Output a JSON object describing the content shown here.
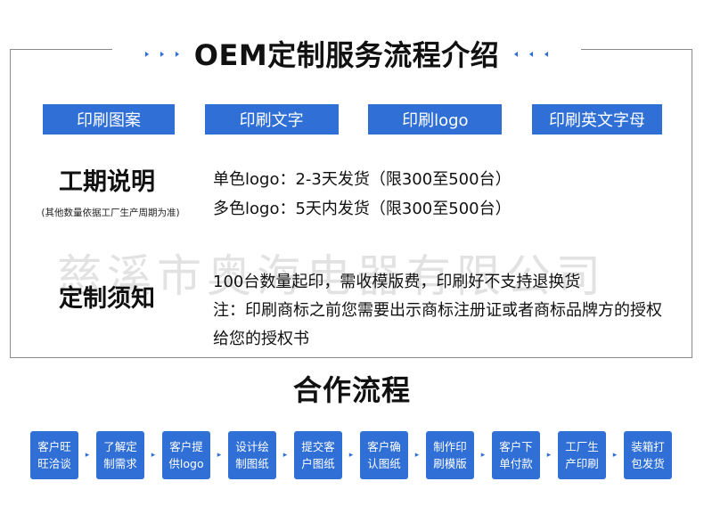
{
  "header": {
    "title": "OEM定制服务流程介绍",
    "left_arrows": [
      "▸",
      "▸",
      "▸"
    ],
    "right_arrows": [
      "◂",
      "◂",
      "◂"
    ]
  },
  "tags": [
    "印刷图案",
    "印刷文字",
    "印刷logo",
    "印刷英文字母"
  ],
  "period": {
    "heading": "工期说明",
    "note": "(其他数量依据工厂生产周期为准)",
    "lines": [
      "单色logo：2-3天发货（限300至500台）",
      "多色logo：5天内发货（限300至500台）"
    ]
  },
  "watermark": "慈溪市奥海电器有限公司",
  "custom": {
    "heading": "定制须知",
    "line1": "100台数量起印，需收模版费，印刷好不支持退换货",
    "line2": "注：印刷商标之前您需要出示商标注册证或者商标品牌方的授权给您的授权书"
  },
  "cooperation": {
    "title": "合作流程",
    "steps": [
      [
        "客户旺",
        "旺洽谈"
      ],
      [
        "了解定",
        "制需求"
      ],
      [
        "客户提",
        "供logo"
      ],
      [
        "设计绘",
        "制图纸"
      ],
      [
        "提交客",
        "户图纸"
      ],
      [
        "客户确",
        "认图纸"
      ],
      [
        "制作印",
        "刷模版"
      ],
      [
        "客户下",
        "单付款"
      ],
      [
        "工厂生",
        "产印刷"
      ],
      [
        "装箱打",
        "包发货"
      ]
    ],
    "arrow": "▸"
  },
  "colors": {
    "accent": "#2f6fd6",
    "border": "#8a8a8a",
    "watermark": "#e2e2e2"
  }
}
